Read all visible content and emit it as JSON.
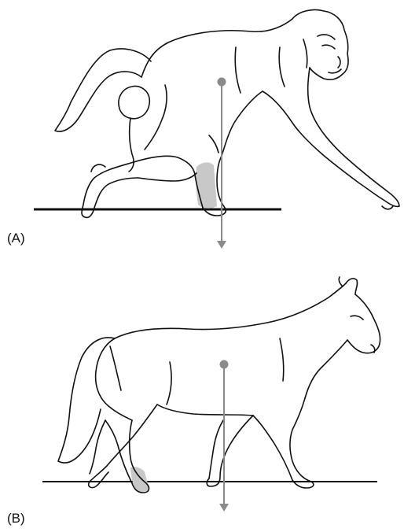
{
  "panels": [
    {
      "label": "(A)",
      "subject": "baboon"
    },
    {
      "label": "(B)",
      "subject": "horse"
    }
  ],
  "colors": {
    "outline": "#111111",
    "gravity_line": "#8a8a8a",
    "center_of_mass": "#8a8a8a",
    "contact_shading": "#c8c8c8",
    "background": "#ffffff"
  },
  "icons": {
    "center_of_mass": "filled-circle",
    "gravity_arrow": "down-arrow"
  }
}
